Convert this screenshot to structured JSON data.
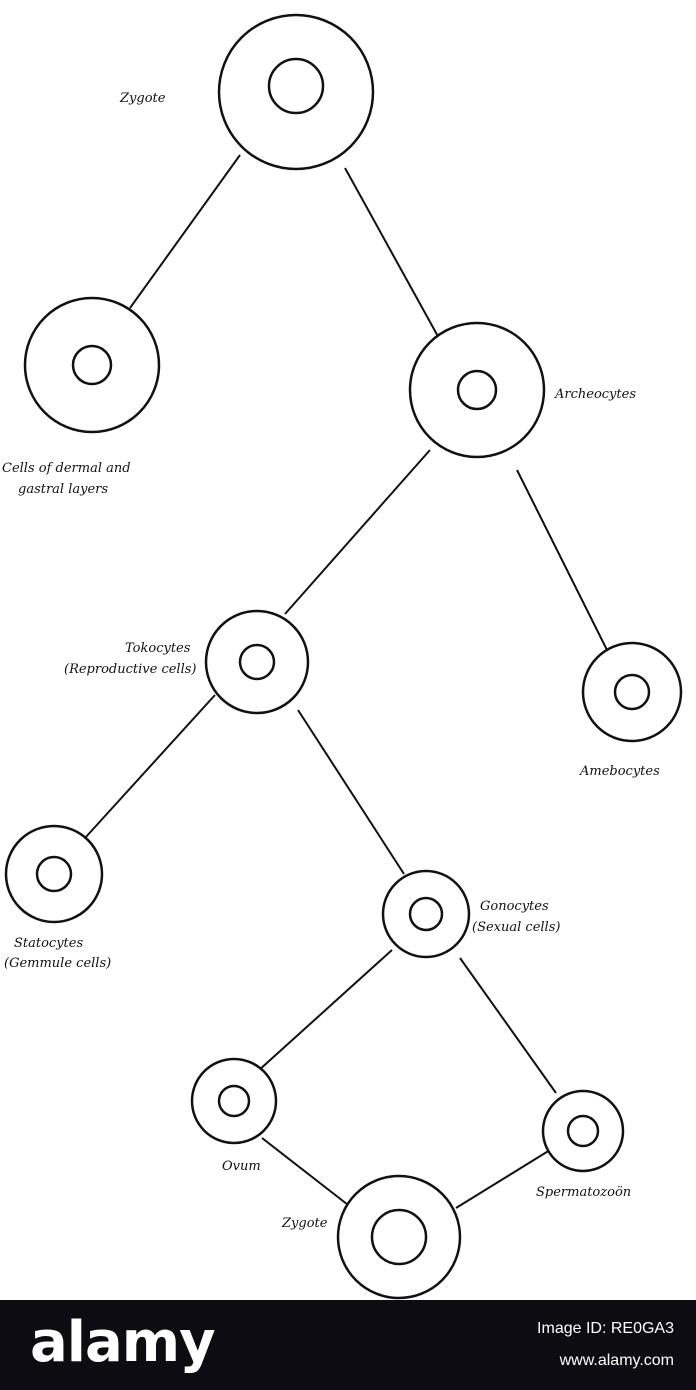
{
  "diagram": {
    "labels": {
      "zygote_top": "Zygote",
      "dermal_line1": "Cells of dermal and",
      "dermal_line2": "gastral layers",
      "archeocytes": "Archeocytes",
      "tokocytes_line1": "Tokocytes",
      "tokocytes_line2": "(Reproductive cells)",
      "amebocytes": "Amebocytes",
      "statocytes_line1": "Statocytes",
      "statocytes_line2": "(Gemmule cells)",
      "gonocytes_line1": "Gonocytes",
      "gonocytes_line2": "(Sexual cells)",
      "ovum": "Ovum",
      "spermatozoon": "Spermatozoön",
      "zygote_bottom": "Zygote"
    }
  },
  "footer": {
    "logo": "alamy",
    "image_id": "Image ID: RE0GA3",
    "url": "www.alamy.com"
  },
  "colors": {
    "ink": "#111111",
    "footer_bg": "#0c0c12",
    "footer_text": "#ffffff"
  }
}
